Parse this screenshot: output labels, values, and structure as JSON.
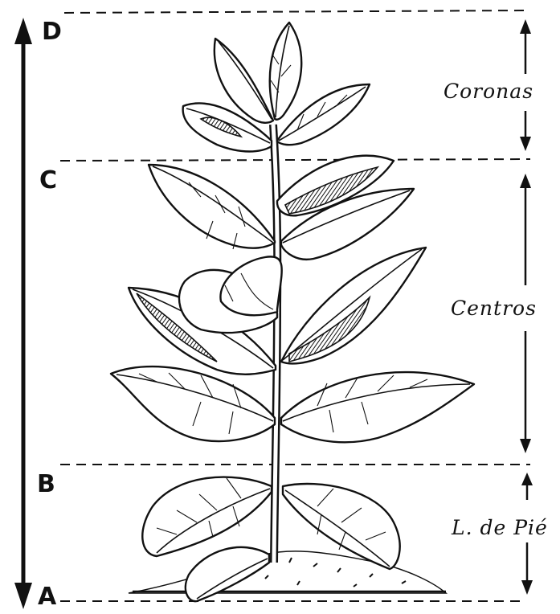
{
  "levels": [
    {
      "letter": "D"
    },
    {
      "letter": "C"
    },
    {
      "letter": "B"
    },
    {
      "letter": "A"
    }
  ],
  "zones": [
    {
      "label": "Coronas"
    },
    {
      "label": "Centros"
    },
    {
      "label": "L. de Pié"
    }
  ],
  "colors": {
    "ink": "#111111",
    "paper": "#ffffff"
  },
  "icons": [
    "up-arrow-icon",
    "down-arrow-icon",
    "tobacco-plant-illustration"
  ]
}
